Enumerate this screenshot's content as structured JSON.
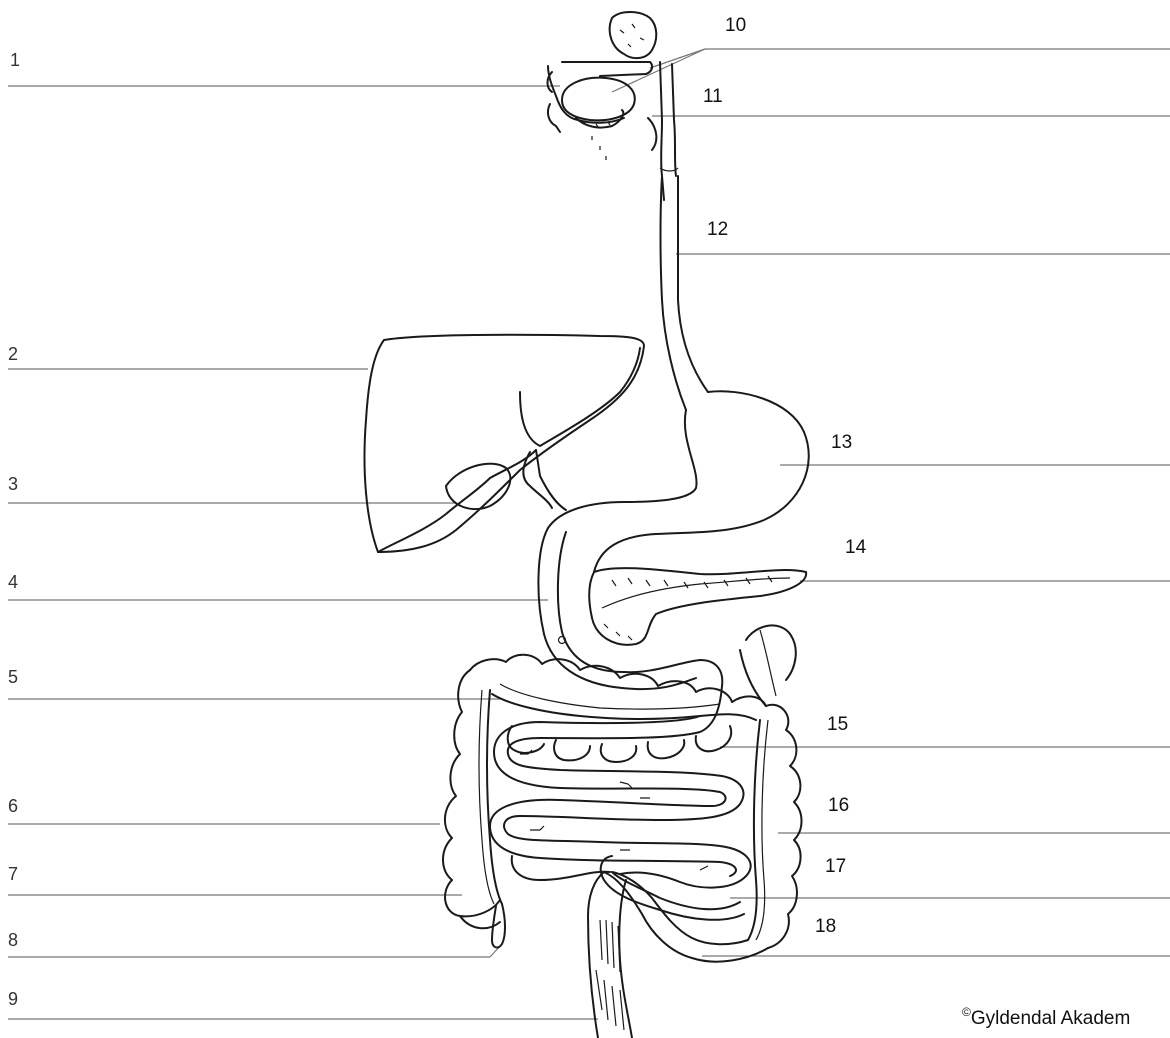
{
  "labels_left": [
    "1",
    "2",
    "3",
    "4",
    "5",
    "6",
    "7",
    "8",
    "9"
  ],
  "labels_right": [
    "10",
    "11",
    "12",
    "13",
    "14",
    "15",
    "16",
    "17",
    "18"
  ],
  "copyright": "Gyldendal Akadem",
  "copyright_symbol": "©",
  "colors": {
    "line": "#777777",
    "ink": "#1a1a1a",
    "background": "#ffffff"
  }
}
